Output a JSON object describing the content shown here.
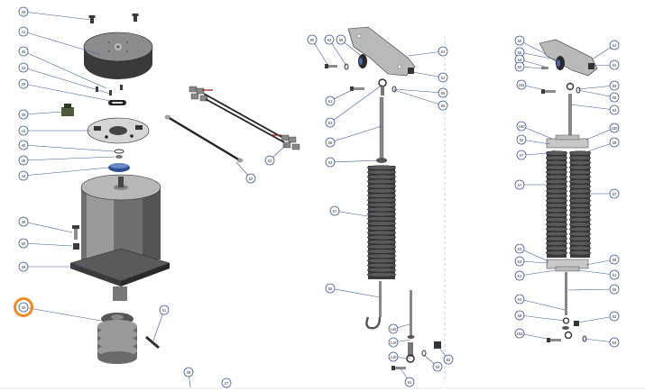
{
  "colors": {
    "callout_stroke": "#3b5998",
    "highlight_ring": "#f08a24",
    "divider": "#9ecae1"
  },
  "callouts_left": [
    "36",
    "41",
    "35",
    "42",
    "39",
    "45",
    "43",
    "40",
    "46",
    "44",
    "49",
    "50",
    "38",
    "40",
    "51"
  ],
  "callouts_cable": [
    "53",
    "52"
  ],
  "callouts_middle": [
    "60",
    "64",
    "55",
    "54",
    "62",
    "61",
    "63",
    "65",
    "66",
    "56",
    "63",
    "57",
    "58",
    "148",
    "149",
    "149",
    "59",
    "62",
    "61"
  ],
  "callouts_right": [
    "58",
    "55",
    "64",
    "60",
    "61",
    "152",
    "66",
    "65",
    "63",
    "54",
    "160",
    "62",
    "150",
    "67",
    "68",
    "57",
    "57",
    "63",
    "63",
    "68",
    "61",
    "61",
    "56",
    "63",
    "58",
    "62",
    "152",
    "59"
  ],
  "callouts_bottom": [
    "38",
    "37"
  ],
  "highlighted_callout": "40"
}
